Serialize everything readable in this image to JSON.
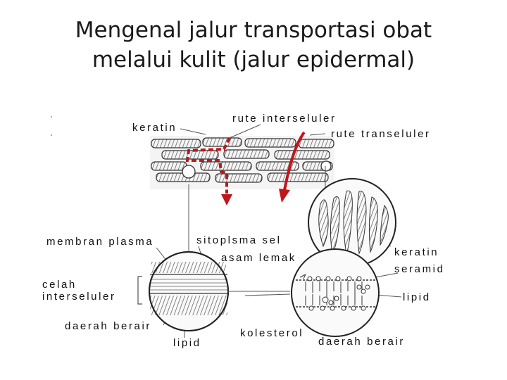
{
  "slide": {
    "title_line1": "Mengenal jalur transportasi obat",
    "title_line2": "melalui kulit (jalur epidermal)"
  },
  "diagram": {
    "labels": {
      "keratin_top": "keratin",
      "rute_interseluler": "rute interseluler",
      "rute_transeluler": "rute transeluler",
      "membran_plasma": "membran plasma",
      "sitoplasma_sel": "sitoplsma sel",
      "asam_lemak": "asam lemak",
      "keratin_right": "keratin",
      "seramid": "seramid",
      "celah_line1": "celah",
      "celah_line2": "interseluler",
      "lipid_right": "lipid",
      "daerah_berair_left": "daerah berair",
      "lipid_bottom": "lipid",
      "kolesterol": "kolesterol",
      "daerah_berair_right": "daerah berair"
    },
    "colors": {
      "route_arrow": "#c0151b",
      "line": "#555555",
      "hatch": "#444444"
    }
  }
}
